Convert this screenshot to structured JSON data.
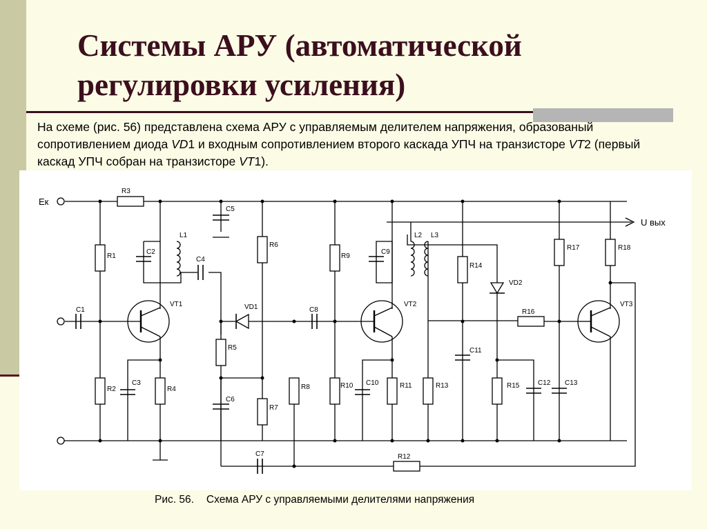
{
  "slide": {
    "title": "Системы АРУ (автоматической регулировки усиления)",
    "paragraph": {
      "p1": "На схеме (рис. 56) представлена схема АРУ с управляемым делителем напряжения, образованый сопротивлением диода ",
      "i1": "VD",
      "p2": "1 и входным сопротивлением второго каскада УПЧ на транзисторе ",
      "i2": "VT",
      "p3": "2 (первый каскад УПЧ собран на транзисторе ",
      "i3": "VT",
      "p4": "1)."
    },
    "caption": {
      "number": "Рис. 56.",
      "text": "Схема АРУ с управляемыми делителями напряжения"
    }
  },
  "diagram": {
    "labels": {
      "ek": "Ек",
      "uvyh": "U вых",
      "R1": "R1",
      "R2": "R2",
      "R3": "R3",
      "R4": "R4",
      "R5": "R5",
      "R6": "R6",
      "R7": "R7",
      "R8": "R8",
      "R9": "R9",
      "R10": "R10",
      "R11": "R11",
      "R12": "R12",
      "R13": "R13",
      "R14": "R14",
      "R15": "R15",
      "R16": "R16",
      "R17": "R17",
      "R18": "R18",
      "C1": "C1",
      "C2": "C2",
      "C3": "C3",
      "C4": "C4",
      "C5": "C5",
      "C6": "C6",
      "C7": "C7",
      "C8": "C8",
      "C9": "C9",
      "C10": "C10",
      "C11": "C11",
      "C12": "C12",
      "C13": "C13",
      "L1": "L1",
      "L2": "L2",
      "L3": "L3",
      "VT1": "VT1",
      "VT2": "VT2",
      "VT3": "VT3",
      "VD1": "VD1",
      "VD2": "VD2"
    }
  }
}
